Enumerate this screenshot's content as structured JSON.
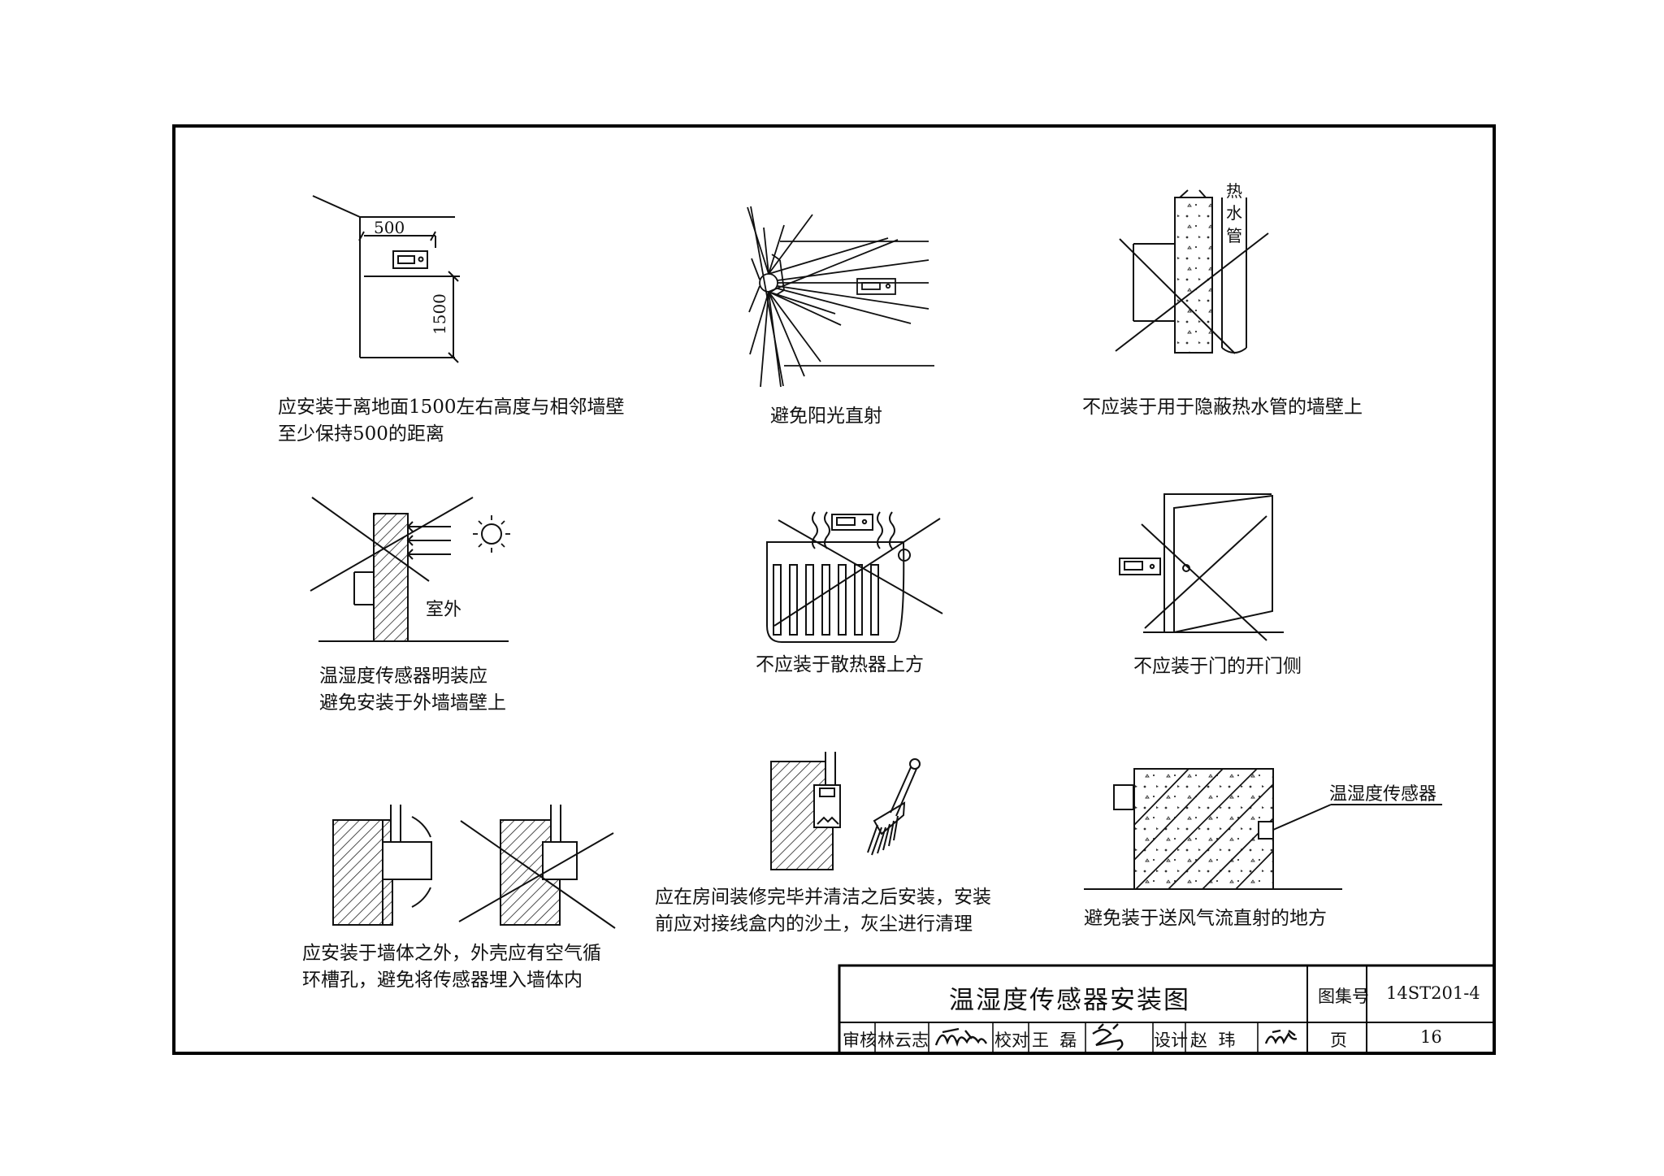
{
  "drawing": {
    "title": "温湿度传感器安装图",
    "figures": [
      {
        "id": "height-distance",
        "caption_lines": [
          "应安装于离地面1500左右高度与相邻墙壁",
          "至少保持500的距离"
        ],
        "dims": [
          "500",
          "1500"
        ]
      },
      {
        "id": "sunlight",
        "caption_lines": [
          "避免阳光直射"
        ]
      },
      {
        "id": "hot-water-pipe",
        "caption_lines": [
          "不应装于用于隐蔽热水管的墙壁上"
        ],
        "label": "热水管"
      },
      {
        "id": "exterior-wall",
        "caption_lines": [
          "温湿度传感器明装应",
          "避免安装于外墙墙壁上"
        ],
        "label": "室外"
      },
      {
        "id": "radiator",
        "caption_lines": [
          "不应装于散热器上方"
        ]
      },
      {
        "id": "door",
        "caption_lines": [
          "不应装于门的开门侧"
        ]
      },
      {
        "id": "embedded",
        "caption_lines": [
          "应安装于墙体之外，外壳应有空气循",
          "环槽孔，避免将传感器埋入墙体内"
        ]
      },
      {
        "id": "cleaning",
        "caption_lines": [
          "应在房间装修完毕并清洁之后安装，安装",
          "前应对接线盒内的沙土，灰尘进行清理"
        ]
      },
      {
        "id": "airflow",
        "caption_lines": [
          "避免装于送风气流直射的地方"
        ],
        "label": "温湿度传感器"
      }
    ]
  },
  "title_block": {
    "title": "温湿度传感器安装图",
    "atlas_label": "图集号",
    "atlas_number": "14ST201-4",
    "review_label": "审核",
    "reviewer": "林云志",
    "check_label": "校对",
    "checker": "王  磊",
    "design_label": "设计",
    "designer": "赵  玮",
    "page_label": "页",
    "page_number": "16"
  }
}
